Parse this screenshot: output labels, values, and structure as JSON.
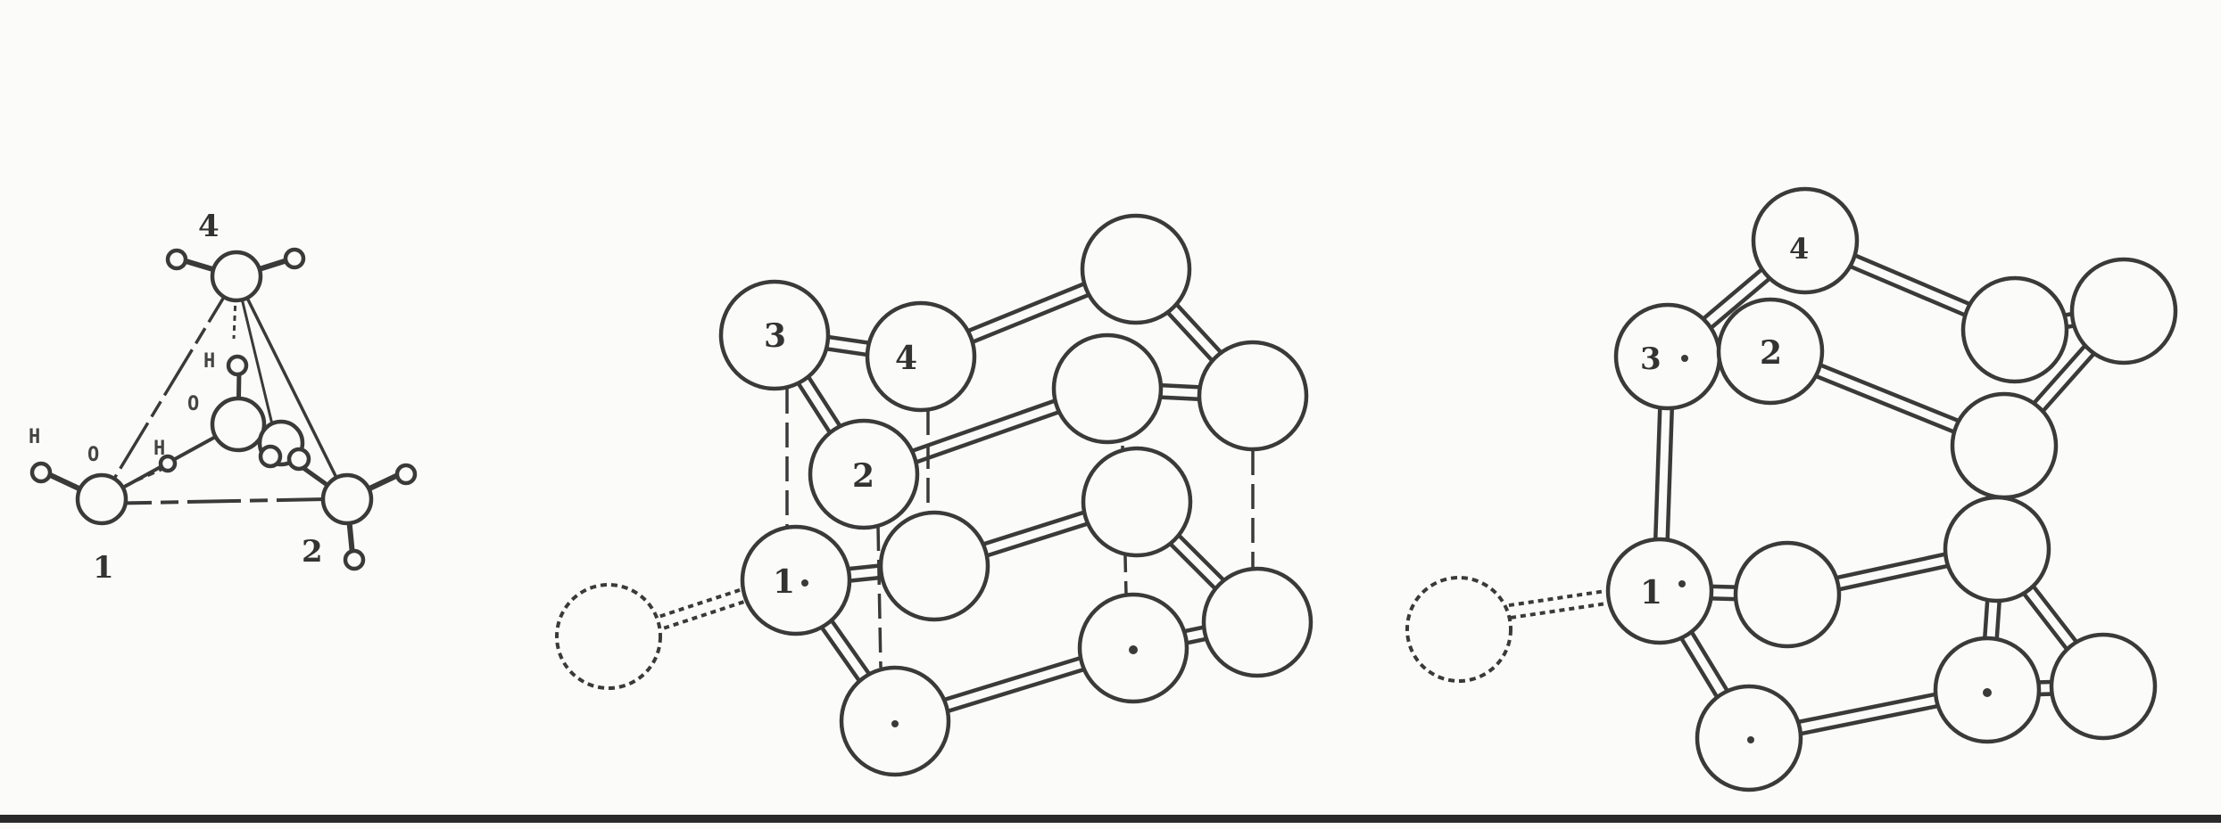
{
  "figure": {
    "left_model": {
      "atom_labels": [
        "4",
        "1",
        "2"
      ],
      "small_labels": [
        "H",
        "O",
        "H",
        "H",
        "O"
      ]
    },
    "middle_model": {
      "atom_labels": [
        "3",
        "4",
        "2",
        "1"
      ]
    },
    "right_model": {
      "atom_labels": [
        "4",
        "3",
        "2",
        "1"
      ]
    }
  }
}
